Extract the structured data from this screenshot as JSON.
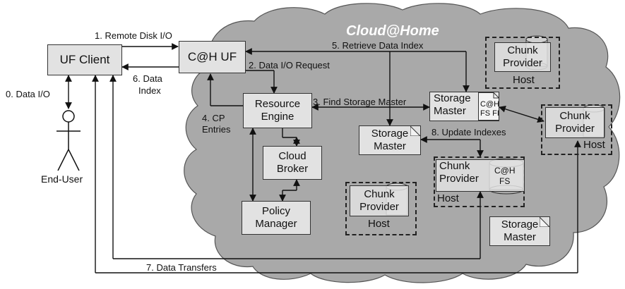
{
  "diagram": {
    "cloud_title": "Cloud@Home",
    "nodes": {
      "uf_client": "UF Client",
      "ch_uf": "C@H UF",
      "end_user": "End-User",
      "resource_engine": [
        "Resource",
        "Engine"
      ],
      "cloud_broker": [
        "Cloud",
        "Broker"
      ],
      "policy_manager": [
        "Policy",
        "Manager"
      ],
      "storage_master_main": [
        "Storage",
        "Master"
      ],
      "chfs_doc": [
        "C@H",
        "FS FI"
      ],
      "storage_master_mid": [
        "Storage",
        "Master"
      ],
      "storage_master_low": [
        "Storage",
        "Master"
      ],
      "chunk_provider_top": [
        "Chunk",
        "Provider"
      ],
      "chunk_provider_right": [
        "Chunk",
        "Provider"
      ],
      "chunk_provider_center": [
        "Chunk",
        "Provider"
      ],
      "chunk_provider_left": [
        "Chunk",
        "Provider"
      ],
      "chfs_cyl": [
        "C@H",
        "FS"
      ],
      "host": "Host"
    },
    "edges": {
      "e0": "0. Data I/O",
      "e1": "1. Remote Disk I/O",
      "e2": "2. Data I/O Request",
      "e3": "3. Find Storage Master",
      "e4": [
        "4. CP",
        "Entries"
      ],
      "e5": "5. Retrieve Data Index",
      "e6": [
        "6. Data",
        "Index"
      ],
      "e7": "7. Data Transfers",
      "e8": "8. Update Indexes"
    }
  },
  "colors": {
    "cloud_fill": "#a9a9a9",
    "box_fill": "#e2e2e2",
    "stroke": "#222222",
    "cloud_title": "#ffffff"
  }
}
